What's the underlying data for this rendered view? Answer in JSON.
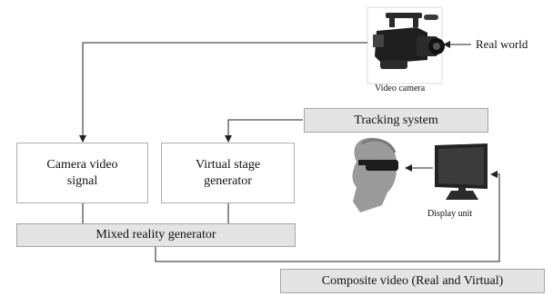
{
  "diagram": {
    "real_world_label": "Real world",
    "video_camera_caption": "Video camera",
    "tracking_system": "Tracking system",
    "camera_video_signal": "Camera video\nsignal",
    "virtual_stage_generator": "Virtual stage\ngenerator",
    "mixed_reality_generator": "Mixed reality generator",
    "display_unit_caption": "Display unit",
    "composite_video": "Composite video (Real and Virtual)"
  }
}
